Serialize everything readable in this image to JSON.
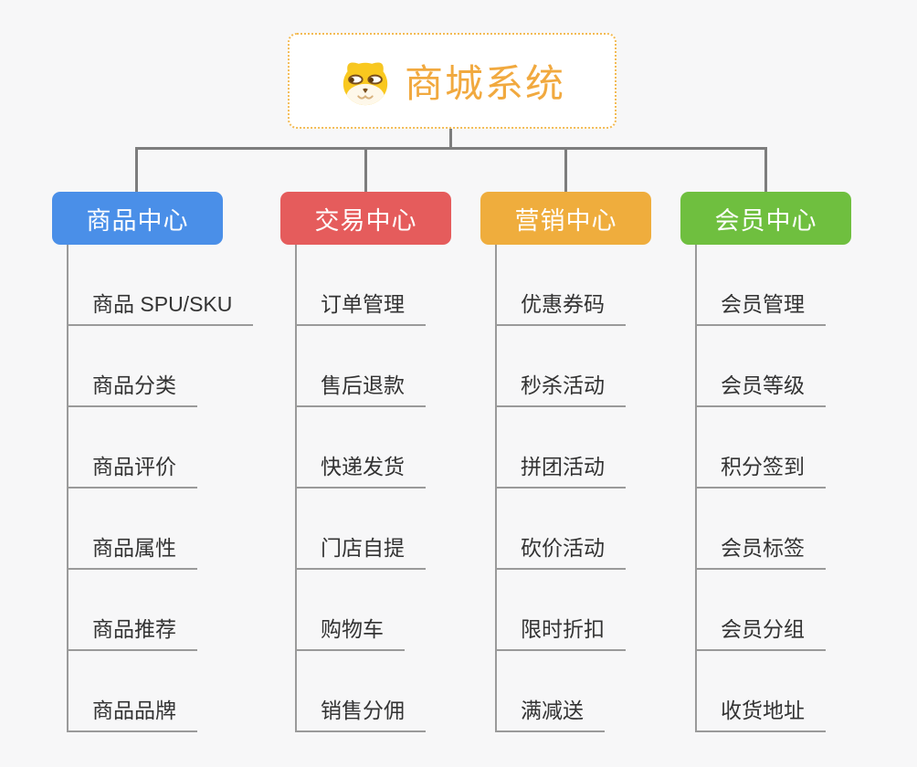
{
  "canvas": {
    "background": "#f7f7f8",
    "connector_color": "#7d7d7d",
    "topic_line_color": "#9a9a9a"
  },
  "root": {
    "title": "商城系统",
    "icon": "dog-face-icon",
    "title_color": "#f1a93f",
    "border_color": "#f3bb55"
  },
  "branches": [
    {
      "label": "商品中心",
      "color": "#4a8fe8",
      "items": [
        "商品 SPU/SKU",
        "商品分类",
        "商品评价",
        "商品属性",
        "商品推荐",
        "商品品牌"
      ]
    },
    {
      "label": "交易中心",
      "color": "#e55c5c",
      "items": [
        "订单管理",
        "售后退款",
        "快递发货",
        "门店自提",
        "购物车",
        "销售分佣"
      ]
    },
    {
      "label": "营销中心",
      "color": "#efad3d",
      "items": [
        "优惠券码",
        "秒杀活动",
        "拼团活动",
        "砍价活动",
        "限时折扣",
        "满减送"
      ]
    },
    {
      "label": "会员中心",
      "color": "#6fbf3f",
      "items": [
        "会员管理",
        "会员等级",
        "积分签到",
        "会员标签",
        "会员分组",
        "收货地址"
      ]
    }
  ]
}
